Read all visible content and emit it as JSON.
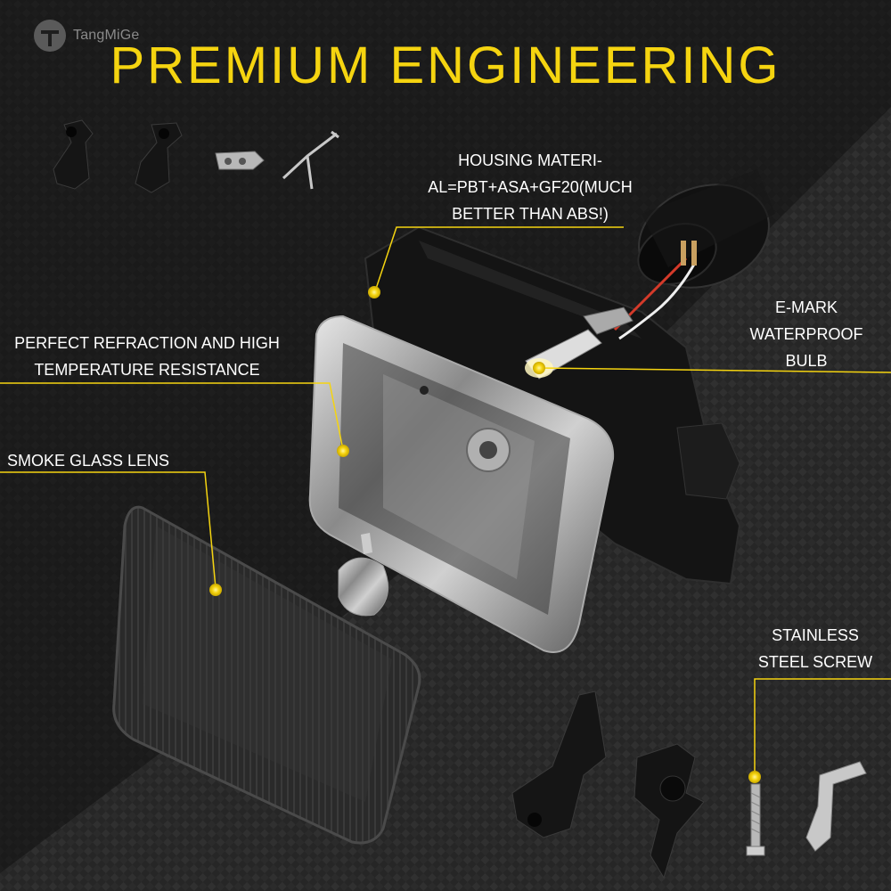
{
  "brand": {
    "name": "TangMiGe"
  },
  "title": "PREMIUM ENGINEERING",
  "callouts": {
    "housing": {
      "lines": [
        "HOUSING MATERI-",
        "AL=PBT+ASA+GF20(MUCH",
        "BETTER THAN ABS!)"
      ]
    },
    "refraction": {
      "lines": [
        "PERFECT REFRACTION AND HIGH",
        "TEMPERATURE RESISTANCE"
      ]
    },
    "lens": {
      "lines": [
        "SMOKE GLASS  LENS"
      ]
    },
    "bulb": {
      "lines": [
        "E-MARK",
        "WATERPROOF",
        "BULB"
      ]
    },
    "screw": {
      "lines": [
        "STAINLESS",
        "STEEL SCREW"
      ]
    }
  },
  "colors": {
    "accent": "#f5d410",
    "text": "#ffffff",
    "background": "#1a1a1a"
  }
}
